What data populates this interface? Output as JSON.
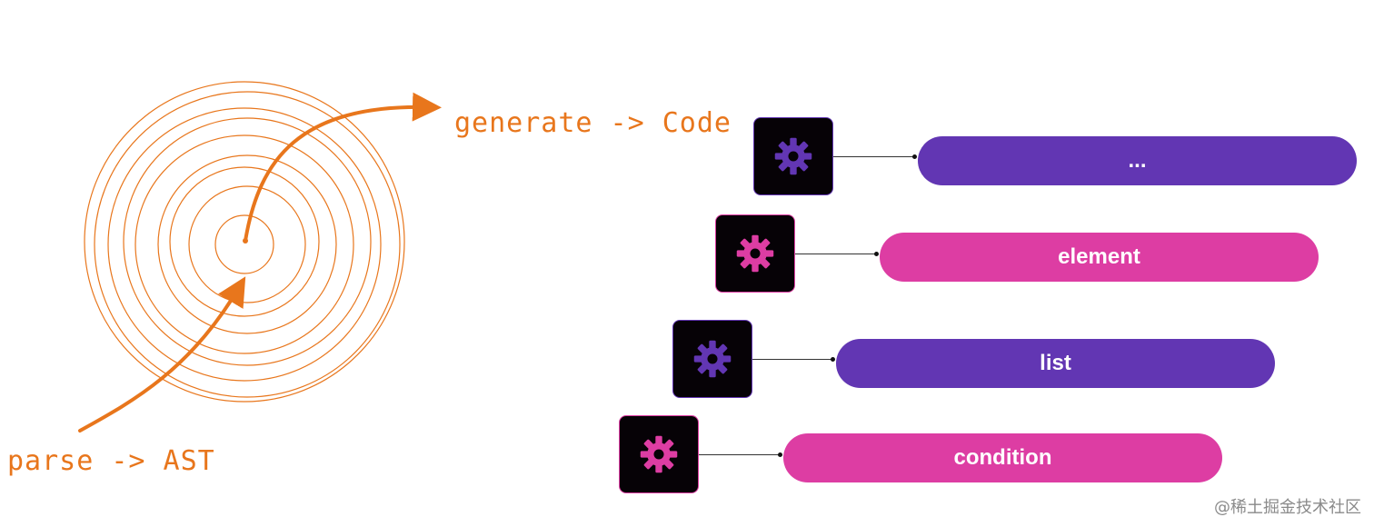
{
  "colors": {
    "accent_orange": "#E8761C",
    "purple": "#6236B3",
    "magenta": "#DD3DA3",
    "icon_bg": "#060206"
  },
  "labels": {
    "generate": "generate -> Code",
    "parse": "parse -> AST"
  },
  "plugins": [
    {
      "label": "...",
      "color": "purple",
      "icon": "gear-icon"
    },
    {
      "label": "element",
      "color": "magenta",
      "icon": "gear-icon"
    },
    {
      "label": "list",
      "color": "purple",
      "icon": "gear-icon"
    },
    {
      "label": "condition",
      "color": "magenta",
      "icon": "gear-icon"
    }
  ],
  "watermark": "@稀土掘金技术社区"
}
